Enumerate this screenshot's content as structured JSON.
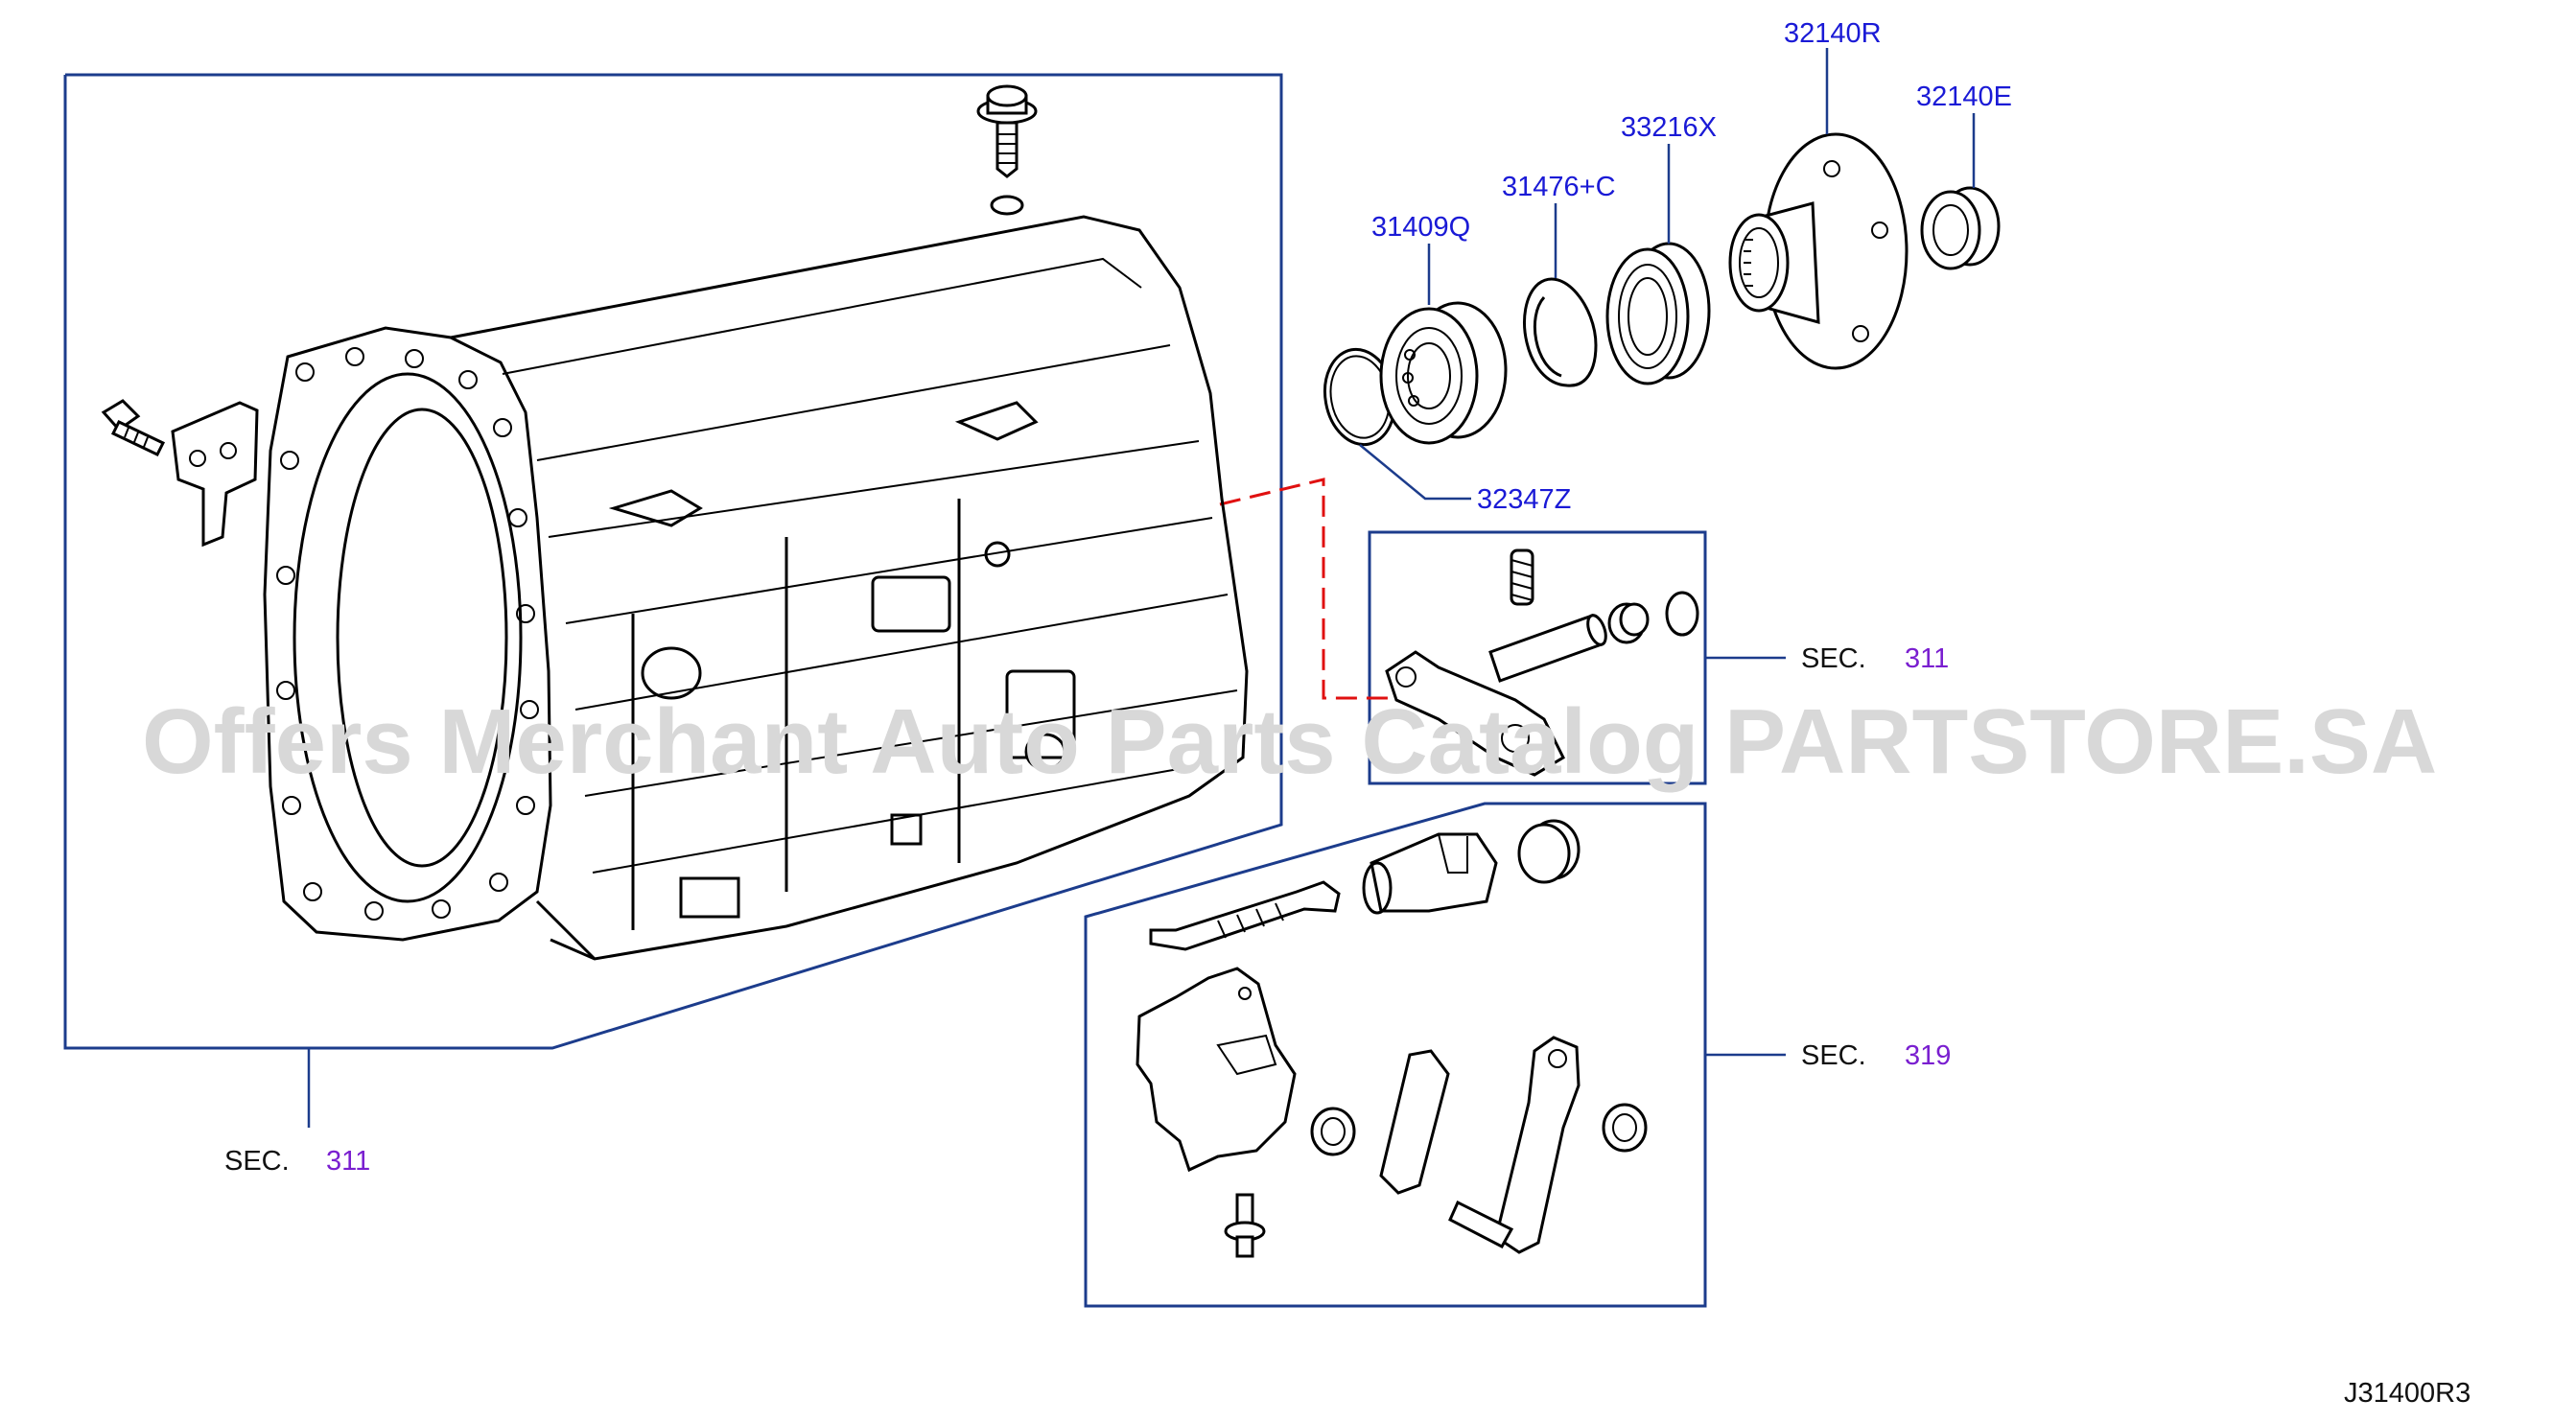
{
  "diagram": {
    "watermark": "Offers Merchant Auto Parts Catalog PARTSTORE.SA",
    "diagram_code": "J31400R3",
    "part_labels": {
      "p32140R": "32140R",
      "p32140E": "32140E",
      "p33216X": "33216X",
      "p31476C": "31476+C",
      "p31409Q": "31409Q",
      "p32347Z": "32347Z"
    },
    "section_refs": {
      "case": {
        "prefix": "SEC.",
        "number": "311"
      },
      "manual_shaft": {
        "prefix": "SEC.",
        "number": "311"
      },
      "parking": {
        "prefix": "SEC.",
        "number": "319"
      }
    },
    "colors": {
      "part_number": "#1a1ad6",
      "section_number": "#7a1fd0",
      "frame": "#1c3c8c",
      "dashed_link": "#e01010",
      "watermark": "#d8d8d8"
    }
  }
}
